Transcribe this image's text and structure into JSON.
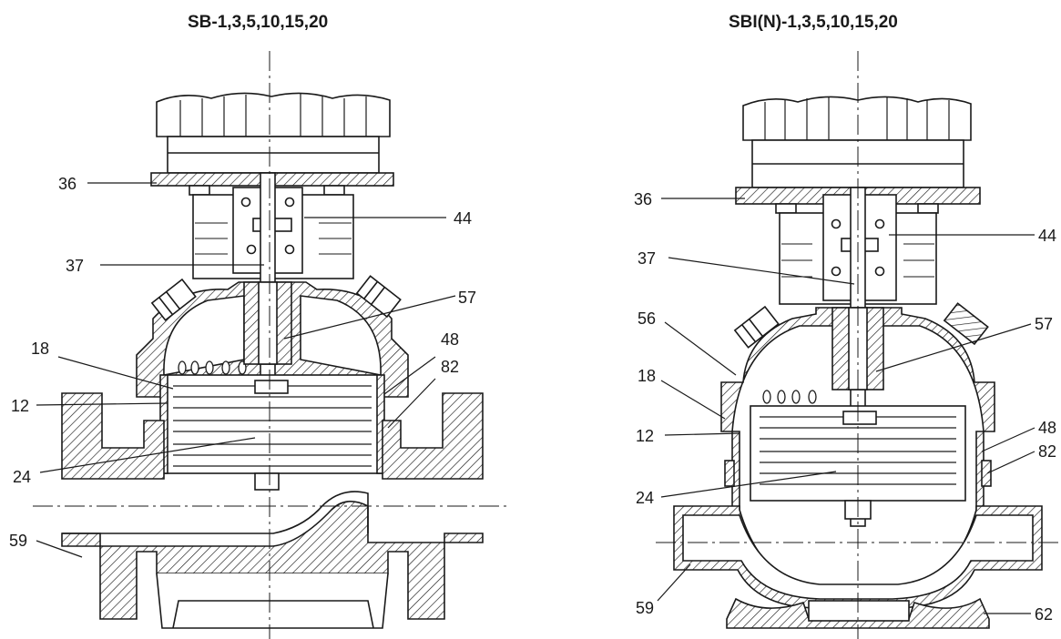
{
  "titles": {
    "left": "SB-1,3,5,10,15,20",
    "right": "SBI(N)-1,3,5,10,15,20"
  },
  "left_labels": {
    "l36": "36",
    "l44": "44",
    "l37": "37",
    "l57": "57",
    "l18": "18",
    "l48": "48",
    "l82": "82",
    "l12": "12",
    "l24": "24",
    "l59": "59"
  },
  "right_labels": {
    "l36": "36",
    "l44": "44",
    "l37": "37",
    "l57": "57",
    "l56": "56",
    "l18": "18",
    "l12": "12",
    "l48": "48",
    "l82": "82",
    "l24": "24",
    "l59": "59",
    "l62": "62"
  },
  "colors": {
    "line": "#1a1a1a",
    "hatch": "#1a1a1a",
    "paper": "#ffffff",
    "light": "#e8e8e8"
  }
}
